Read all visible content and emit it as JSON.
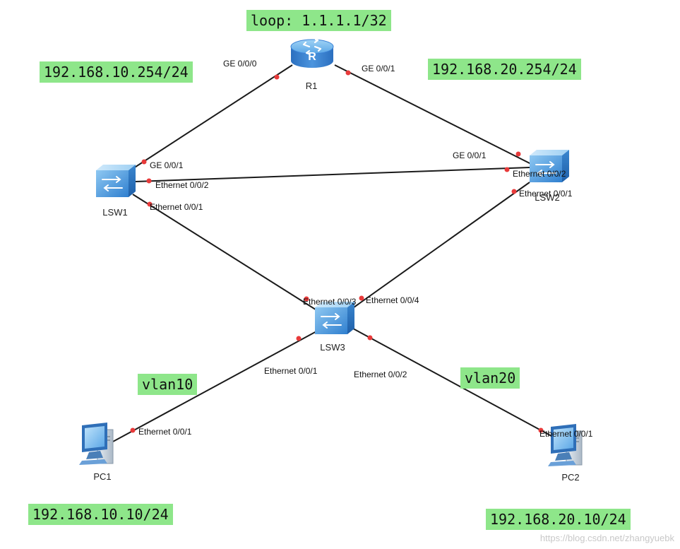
{
  "devices": {
    "r1": "R1",
    "lsw1": "LSW1",
    "lsw2": "LSW2",
    "lsw3": "LSW3",
    "pc1": "PC1",
    "pc2": "PC2"
  },
  "tags": {
    "loop": "loop: 1.1.1.1/32",
    "vlan10_gw": "192.168.10.254/24",
    "vlan20_gw": "192.168.20.254/24",
    "vlan10": "vlan10",
    "vlan20": "vlan20",
    "pc1_ip": "192.168.10.10/24",
    "pc2_ip": "192.168.20.10/24"
  },
  "ports": {
    "r1_ge000": "GE 0/0/0",
    "r1_ge001": "GE 0/0/1",
    "lsw1_ge001": "GE 0/0/1",
    "lsw1_eth002": "Ethernet 0/0/2",
    "lsw1_eth001": "Ethernet 0/0/1",
    "lsw2_ge001": "GE 0/0/1",
    "lsw2_eth002": "Ethernet 0/0/2",
    "lsw2_eth001": "Ethernet 0/0/1",
    "lsw3_eth003": "Ethernet 0/0/3",
    "lsw3_eth004": "Ethernet 0/0/4",
    "lsw3_eth001": "Ethernet 0/0/1",
    "lsw3_eth002": "Ethernet 0/0/2",
    "pc1_eth001": "Ethernet 0/0/1",
    "pc2_eth001": "Ethernet 0/0/1"
  },
  "links": [
    {
      "from": "R1",
      "to": "LSW1"
    },
    {
      "from": "R1",
      "to": "LSW2"
    },
    {
      "from": "LSW1",
      "to": "LSW2"
    },
    {
      "from": "LSW1",
      "to": "LSW3"
    },
    {
      "from": "LSW2",
      "to": "LSW3"
    },
    {
      "from": "LSW3",
      "to": "PC1"
    },
    {
      "from": "LSW3",
      "to": "PC2"
    }
  ],
  "watermark": "https://blog.csdn.net/zhangyuebk",
  "colors": {
    "tag_bg": "#8ee68a",
    "port_dot": "#e83a3a",
    "switch_blue": "#4a90d9",
    "router_blue": "#3b82d6"
  }
}
